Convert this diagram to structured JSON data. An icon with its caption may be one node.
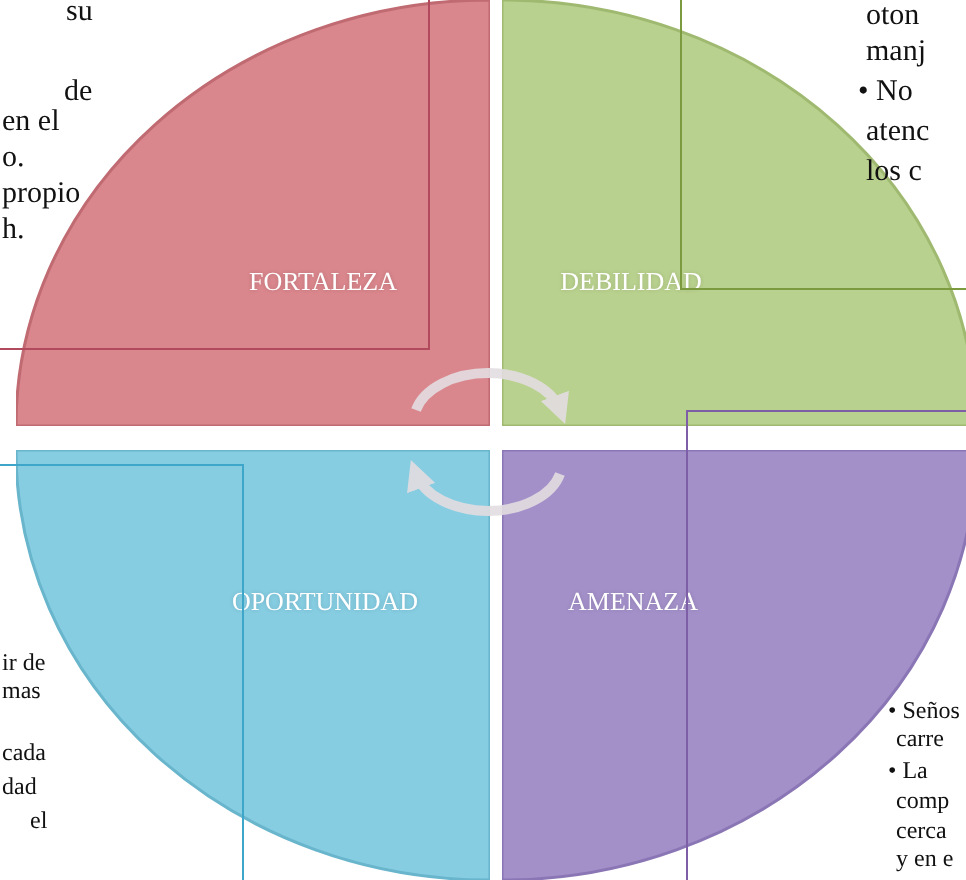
{
  "diagram": {
    "nodes": [
      {
        "text": [
          "FORTALEZA"
        ]
      },
      {
        "text": [
          "DEBILIDAD"
        ]
      },
      {
        "text": [
          "OPORTUNIDAD"
        ]
      },
      {
        "text": [
          "AMENAZA"
        ]
      },
      {
        "text": [
          "su",
          "de",
          "en el",
          "o.",
          "propio",
          "h."
        ]
      },
      {
        "text": [
          "oton",
          "manj",
          "• No",
          "atenc",
          "los c"
        ]
      },
      {
        "text": [
          "ir de",
          "mas",
          "cada",
          "dad",
          "el"
        ]
      },
      {
        "text": [
          "• Seños",
          "carre",
          "• La",
          "comp",
          "cerca",
          "y en e"
        ]
      }
    ],
    "edges": [
      {
        "from": 0,
        "to": 1,
        "arrow": "to"
      },
      {
        "from": 3,
        "to": 2,
        "arrow": "to"
      }
    ]
  }
}
